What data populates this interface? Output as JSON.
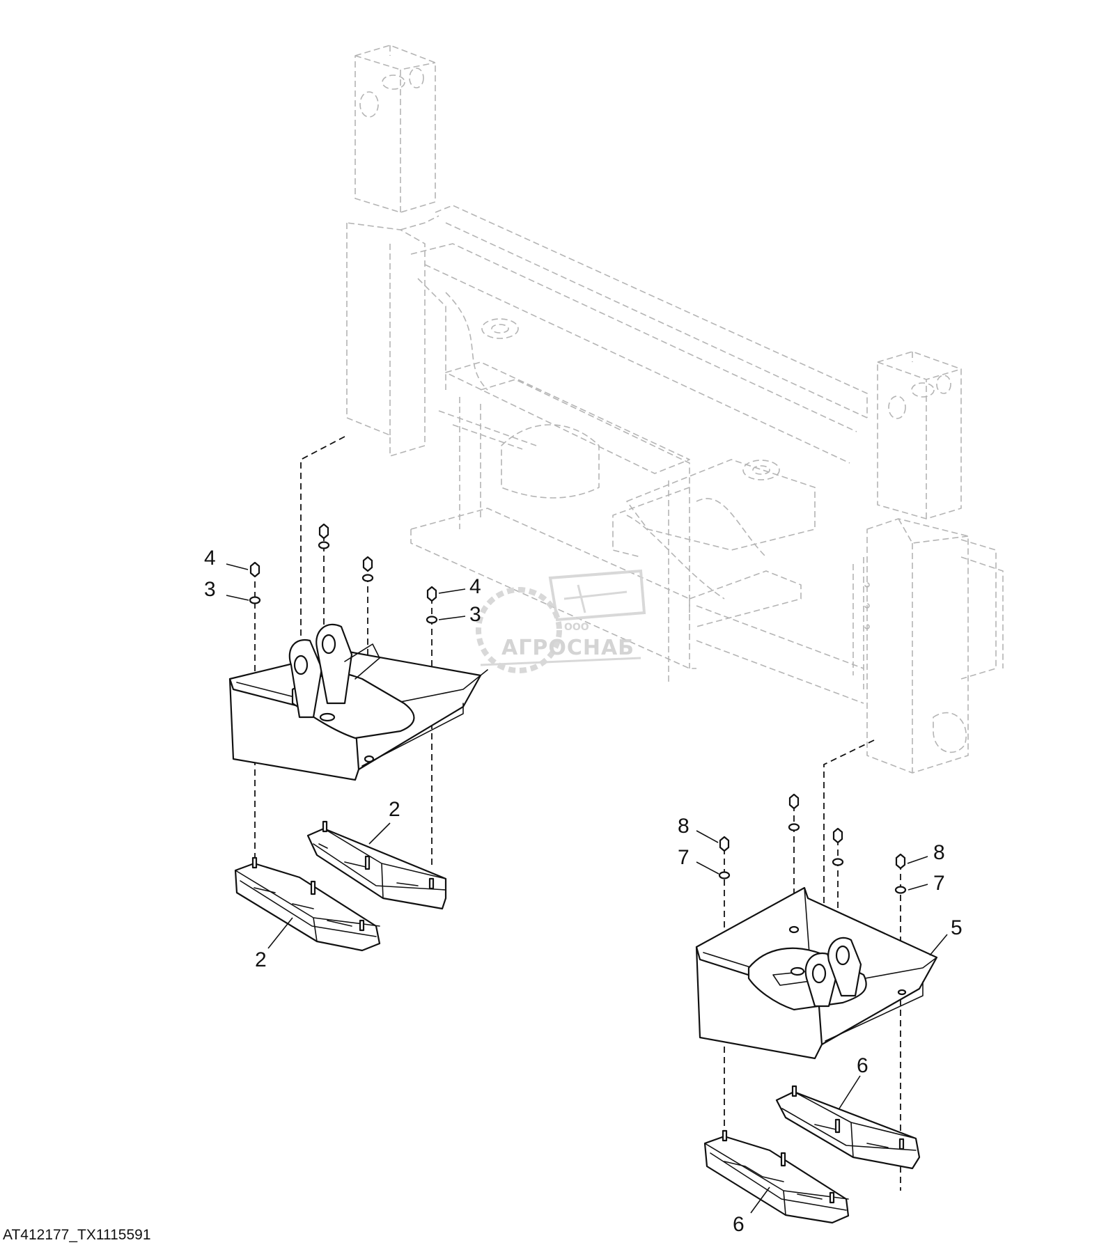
{
  "figure_id": "AT412177_TX1115591",
  "watermark": {
    "small": "ООО",
    "brand": "АГРОСНАБ"
  },
  "callouts": {
    "left_nut_top": "4",
    "left_washer_top": "3",
    "mid_nut": "4",
    "mid_washer": "3",
    "left_shoe_upper": "2",
    "left_shoe_lower": "2",
    "right_nut_left": "8",
    "right_washer_left": "7",
    "right_nut_right": "8",
    "right_washer_right": "7",
    "right_hitch": "5",
    "right_shoe_upper": "6",
    "right_shoe_lower": "6"
  }
}
